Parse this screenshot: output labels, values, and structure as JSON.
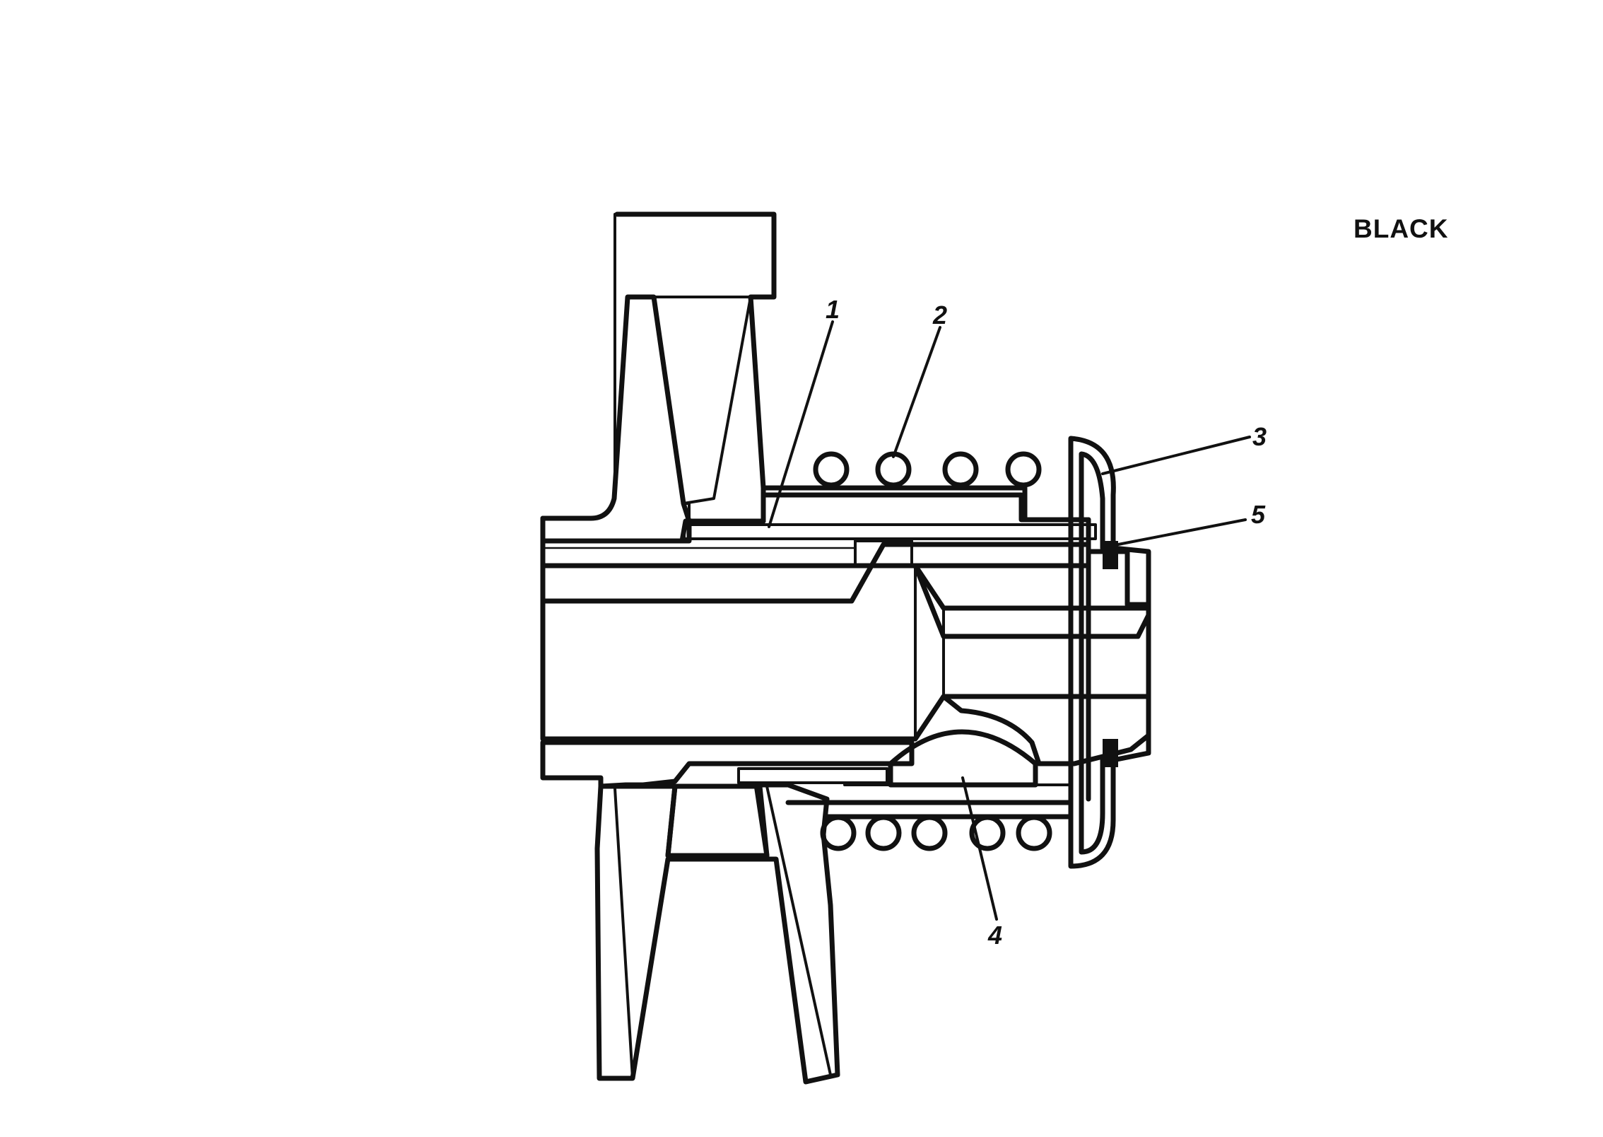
{
  "color_tag": "BLACK",
  "callouts": [
    {
      "id": "1",
      "label": "1"
    },
    {
      "id": "2",
      "label": "2"
    },
    {
      "id": "3",
      "label": "3"
    },
    {
      "id": "4",
      "label": "4"
    },
    {
      "id": "5",
      "label": "5"
    }
  ],
  "colors": {
    "ink": "#111111",
    "paper": "#ffffff"
  }
}
